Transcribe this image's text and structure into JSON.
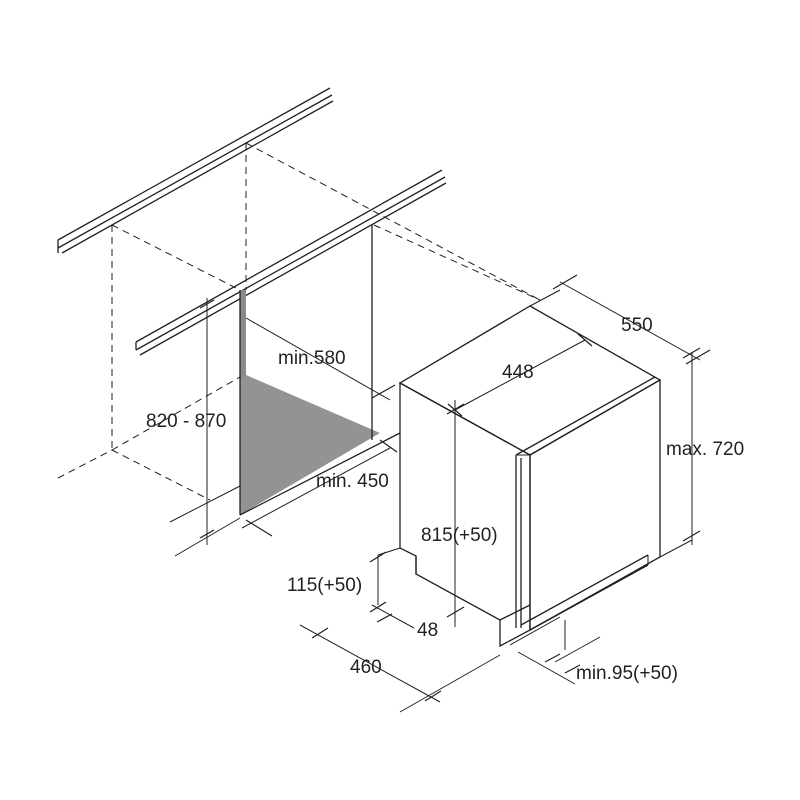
{
  "dimensions": {
    "depth_total": "550",
    "width": "448",
    "height_max": "max. 720",
    "niche_width": "min.580",
    "niche_height": "820 - 870",
    "niche_depth": "min. 450",
    "appliance_height": "815(+50)",
    "plinth_height": "115(+50)",
    "plinth_recess": "48",
    "depth_base": "460",
    "door_clearance": "min.95(+50)"
  },
  "colors": {
    "line": "#231f20",
    "niche_floor": "#939393",
    "niche_wall": "#8a8a8a"
  }
}
